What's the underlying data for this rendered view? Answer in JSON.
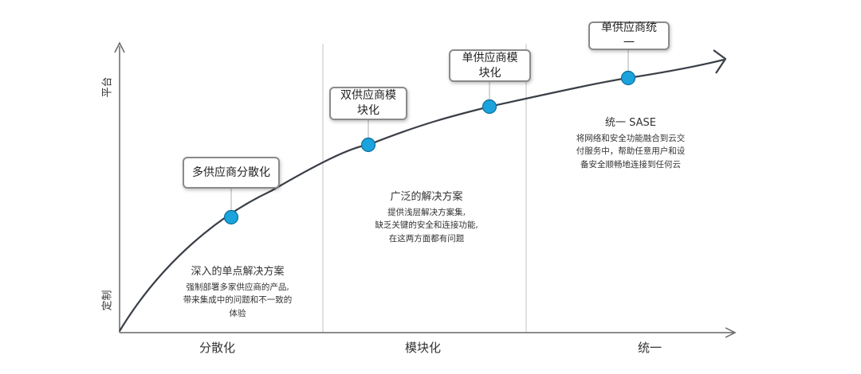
{
  "y_axis": {
    "top_label": "平台",
    "bottom_label": "定制"
  },
  "x_axis": {
    "labels": [
      "分散化",
      "模块化",
      "统一"
    ]
  },
  "stages": [
    {
      "box_lines": [
        "多供应商分散化"
      ],
      "title": "深入的单点解决方案",
      "desc_lines": [
        "强制部署多家供应商的产品,",
        "带来集成中的问题和不一致的",
        "体验"
      ]
    },
    {
      "box_lines": [
        "双供应商模",
        "块化"
      ],
      "title": "广泛的解决方案",
      "desc_lines": [
        "提供浅层解决方案集,",
        "缺乏关键的安全和连接功能,",
        "在这两方面都有问题"
      ]
    },
    {
      "box_lines": [
        "单供应商模",
        "块化"
      ]
    },
    {
      "box_lines": [
        "单供应商统一"
      ],
      "title": "统一 SASE",
      "desc_lines": [
        "将网络和安全功能融合到云交",
        "付服务中，帮助任意用户和设",
        "备安全顺畅地连接到任何云"
      ]
    }
  ],
  "colors": {
    "axis": "#666666",
    "curve": "#3a3f47",
    "dot": "#1aa3dc",
    "dot_stroke": "#0b6e99",
    "divider": "#d7d7d7"
  }
}
